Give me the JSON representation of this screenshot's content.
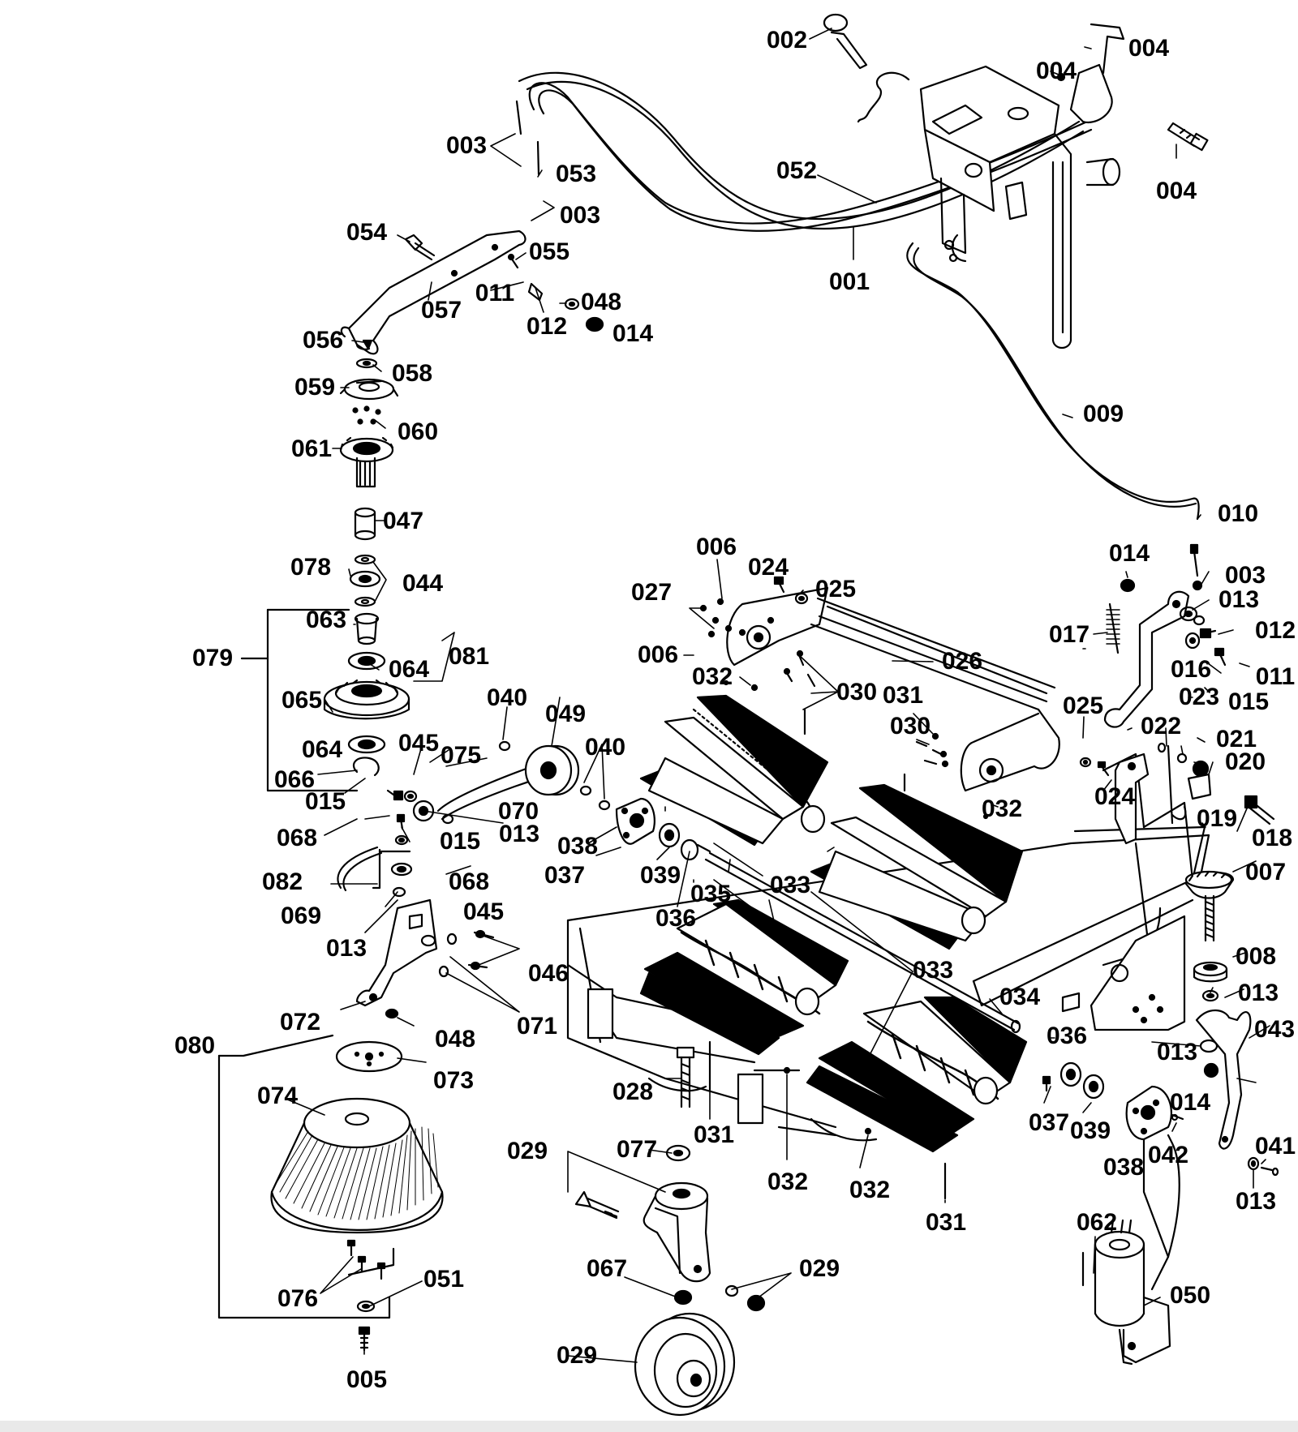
{
  "callouts": [
    {
      "id": "c-002",
      "text": "002"
    },
    {
      "id": "c-004a",
      "text": "004"
    },
    {
      "id": "c-004b",
      "text": "004"
    },
    {
      "id": "c-004c",
      "text": "004"
    },
    {
      "id": "c-003a",
      "text": "003"
    },
    {
      "id": "c-053",
      "text": "053"
    },
    {
      "id": "c-052",
      "text": "052"
    },
    {
      "id": "c-003b",
      "text": "003"
    },
    {
      "id": "c-054",
      "text": "054"
    },
    {
      "id": "c-055",
      "text": "055"
    },
    {
      "id": "c-001",
      "text": "001"
    },
    {
      "id": "c-011a",
      "text": "011"
    },
    {
      "id": "c-048a",
      "text": "048"
    },
    {
      "id": "c-057",
      "text": "057"
    },
    {
      "id": "c-012a",
      "text": "012"
    },
    {
      "id": "c-014a",
      "text": "014"
    },
    {
      "id": "c-056",
      "text": "056"
    },
    {
      "id": "c-058",
      "text": "058"
    },
    {
      "id": "c-059",
      "text": "059"
    },
    {
      "id": "c-009",
      "text": "009"
    },
    {
      "id": "c-060",
      "text": "060"
    },
    {
      "id": "c-061",
      "text": "061"
    },
    {
      "id": "c-010",
      "text": "010"
    },
    {
      "id": "c-047",
      "text": "047"
    },
    {
      "id": "c-006a",
      "text": "006"
    },
    {
      "id": "c-014b",
      "text": "014"
    },
    {
      "id": "c-078",
      "text": "078"
    },
    {
      "id": "c-024a",
      "text": "024"
    },
    {
      "id": "c-025a",
      "text": "025"
    },
    {
      "id": "c-003c",
      "text": "003"
    },
    {
      "id": "c-044",
      "text": "044"
    },
    {
      "id": "c-027",
      "text": "027"
    },
    {
      "id": "c-013a",
      "text": "013"
    },
    {
      "id": "c-063",
      "text": "063"
    },
    {
      "id": "c-012b",
      "text": "012"
    },
    {
      "id": "c-017",
      "text": "017"
    },
    {
      "id": "c-079",
      "text": "079"
    },
    {
      "id": "c-081",
      "text": "081"
    },
    {
      "id": "c-006b",
      "text": "006"
    },
    {
      "id": "c-026",
      "text": "026"
    },
    {
      "id": "c-016",
      "text": "016"
    },
    {
      "id": "c-011b",
      "text": "011"
    },
    {
      "id": "c-064a",
      "text": "064"
    },
    {
      "id": "c-032a",
      "text": "032"
    },
    {
      "id": "c-030a",
      "text": "030"
    },
    {
      "id": "c-031a",
      "text": "031"
    },
    {
      "id": "c-023",
      "text": "023"
    },
    {
      "id": "c-015a",
      "text": "015"
    },
    {
      "id": "c-040a",
      "text": "040"
    },
    {
      "id": "c-065",
      "text": "065"
    },
    {
      "id": "c-049",
      "text": "049"
    },
    {
      "id": "c-025b",
      "text": "025"
    },
    {
      "id": "c-030b",
      "text": "030"
    },
    {
      "id": "c-022",
      "text": "022"
    },
    {
      "id": "c-021",
      "text": "021"
    },
    {
      "id": "c-064b",
      "text": "064"
    },
    {
      "id": "c-045a",
      "text": "045"
    },
    {
      "id": "c-040b",
      "text": "040"
    },
    {
      "id": "c-075",
      "text": "075"
    },
    {
      "id": "c-020",
      "text": "020"
    },
    {
      "id": "c-066",
      "text": "066"
    },
    {
      "id": "c-024b",
      "text": "024"
    },
    {
      "id": "c-015b",
      "text": "015"
    },
    {
      "id": "c-070",
      "text": "070"
    },
    {
      "id": "c-032b",
      "text": "032"
    },
    {
      "id": "c-019",
      "text": "019"
    },
    {
      "id": "c-068a",
      "text": "068"
    },
    {
      "id": "c-015c",
      "text": "015"
    },
    {
      "id": "c-013b",
      "text": "013"
    },
    {
      "id": "c-018",
      "text": "018"
    },
    {
      "id": "c-038a",
      "text": "038"
    },
    {
      "id": "c-037a",
      "text": "037"
    },
    {
      "id": "c-039a",
      "text": "039"
    },
    {
      "id": "c-007",
      "text": "007"
    },
    {
      "id": "c-082",
      "text": "082"
    },
    {
      "id": "c-068b",
      "text": "068"
    },
    {
      "id": "c-033a",
      "text": "033"
    },
    {
      "id": "c-035",
      "text": "035"
    },
    {
      "id": "c-069",
      "text": "069"
    },
    {
      "id": "c-045b",
      "text": "045"
    },
    {
      "id": "c-036a",
      "text": "036"
    },
    {
      "id": "c-013c",
      "text": "013"
    },
    {
      "id": "c-008",
      "text": "008"
    },
    {
      "id": "c-046",
      "text": "046"
    },
    {
      "id": "c-033b",
      "text": "033"
    },
    {
      "id": "c-013d",
      "text": "013"
    },
    {
      "id": "c-034",
      "text": "034"
    },
    {
      "id": "c-072",
      "text": "072"
    },
    {
      "id": "c-071",
      "text": "071"
    },
    {
      "id": "c-043",
      "text": "043"
    },
    {
      "id": "c-048b",
      "text": "048"
    },
    {
      "id": "c-036b",
      "text": "036"
    },
    {
      "id": "c-080",
      "text": "080"
    },
    {
      "id": "c-013e",
      "text": "013"
    },
    {
      "id": "c-073",
      "text": "073"
    },
    {
      "id": "c-028",
      "text": "028"
    },
    {
      "id": "c-074",
      "text": "074"
    },
    {
      "id": "c-014c",
      "text": "014"
    },
    {
      "id": "c-037b",
      "text": "037"
    },
    {
      "id": "c-039b",
      "text": "039"
    },
    {
      "id": "c-031b",
      "text": "031"
    },
    {
      "id": "c-042",
      "text": "042"
    },
    {
      "id": "c-038b",
      "text": "038"
    },
    {
      "id": "c-029a",
      "text": "029"
    },
    {
      "id": "c-077",
      "text": "077"
    },
    {
      "id": "c-032c",
      "text": "032"
    },
    {
      "id": "c-032d",
      "text": "032"
    },
    {
      "id": "c-041",
      "text": "041"
    },
    {
      "id": "c-013f",
      "text": "013"
    },
    {
      "id": "c-031c",
      "text": "031"
    },
    {
      "id": "c-062",
      "text": "062"
    },
    {
      "id": "c-067",
      "text": "067"
    },
    {
      "id": "c-029b",
      "text": "029"
    },
    {
      "id": "c-051",
      "text": "051"
    },
    {
      "id": "c-076",
      "text": "076"
    },
    {
      "id": "c-050",
      "text": "050"
    },
    {
      "id": "c-029c",
      "text": "029"
    },
    {
      "id": "c-005",
      "text": "005"
    }
  ]
}
